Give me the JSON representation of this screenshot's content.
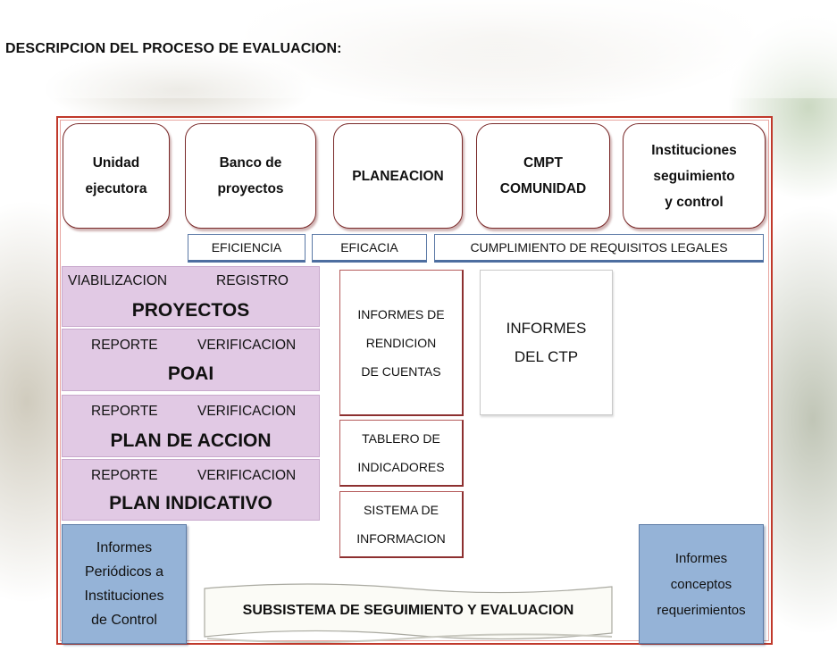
{
  "heading": "DESCRIPCION DEL PROCESO DE EVALUACION:",
  "actors": [
    "Unidad\nejecutora",
    "Banco de\nproyectos",
    "PLANEACION",
    "CMPT\nCOMUNIDAD",
    "Instituciones\nseguimiento\ny control"
  ],
  "criteria": [
    "EFICIENCIA",
    "EFICACIA",
    "CUMPLIMIENTO  DE REQUISITOS LEGALES"
  ],
  "processes": [
    {
      "left": "VIABILIZACION",
      "right": "REGISTRO",
      "title": "PROYECTOS"
    },
    {
      "left": "REPORTE",
      "right": "VERIFICACION",
      "title": "POAI"
    },
    {
      "left": "REPORTE",
      "right": "VERIFICACION",
      "title": "PLAN DE ACCION"
    },
    {
      "left": "REPORTE",
      "right": "VERIFICACION",
      "title": "PLAN INDICATIVO"
    }
  ],
  "instruments": [
    "INFORMES DE\nRENDICION\nDE CUENTAS",
    "TABLERO DE\nINDICADORES",
    "SISTEMA DE\nINFORMACION"
  ],
  "ctp_report": "INFORMES\nDEL CTP",
  "control_reports": "Informes\nPeriódicos a\nInstituciones\nde Control",
  "concept_reports": "Informes\nconceptos\nrequerimientos",
  "subsystem": "SUBSISTEMA DE SEGUIMIENTO Y EVALUACION",
  "colors": {
    "frame": "#c0392b",
    "process_fill": "#e1c9e4",
    "report_fill": "#95b3d7",
    "tag_border": "#4d6ea0"
  }
}
